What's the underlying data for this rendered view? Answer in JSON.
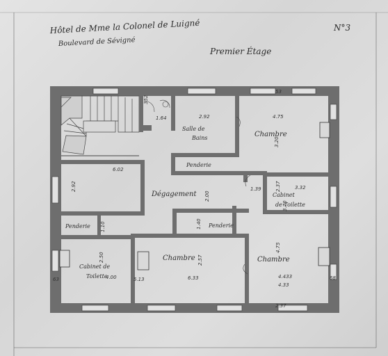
{
  "sheet": {
    "title_line1": "Hôtel de Mme la Colonel de Luigné",
    "title_line2": "Boulevard de Sévigné",
    "floor": "Premier Étage",
    "number": "N°3"
  },
  "rooms": {
    "salle_de_bains": [
      "Salle de",
      "Bains"
    ],
    "chambre_ne": "Chambre",
    "chambre_s": "Chambre",
    "chambre_se": "Chambre",
    "cabinet_sw": [
      "Cabinet de",
      "Toilette"
    ],
    "cabinet_e": [
      "Cabinet",
      "de Toilette"
    ],
    "degagement": "Dégagement",
    "penderie_top": "Penderie",
    "penderie_mid": "Penderie",
    "penderie_left": "Penderie"
  },
  "dimensions": {
    "d_352": "352",
    "d_164": "1.64",
    "d_292_top": "2.92",
    "d_475": "4.75",
    "d_320": "3.20",
    "d_602": "6.02",
    "d_292_left": "2.92",
    "d_139": "1.39",
    "d_237_a": "2.37",
    "d_332": "3.32",
    "d_370": "3.70",
    "d_200": "2.00",
    "d_140": "1.40",
    "d_110": "1.10",
    "d_250": "2.50",
    "d_400": "4.00",
    "d_257": "2.57",
    "d_475_b": "4.75",
    "d_433": "4.433",
    "d_433_b": "4.33",
    "d_633": "6.33",
    "d_513": "5.13",
    "d_63": "63",
    "d_68": "68",
    "d_53": "53",
    "d_237_b": "2.37"
  }
}
